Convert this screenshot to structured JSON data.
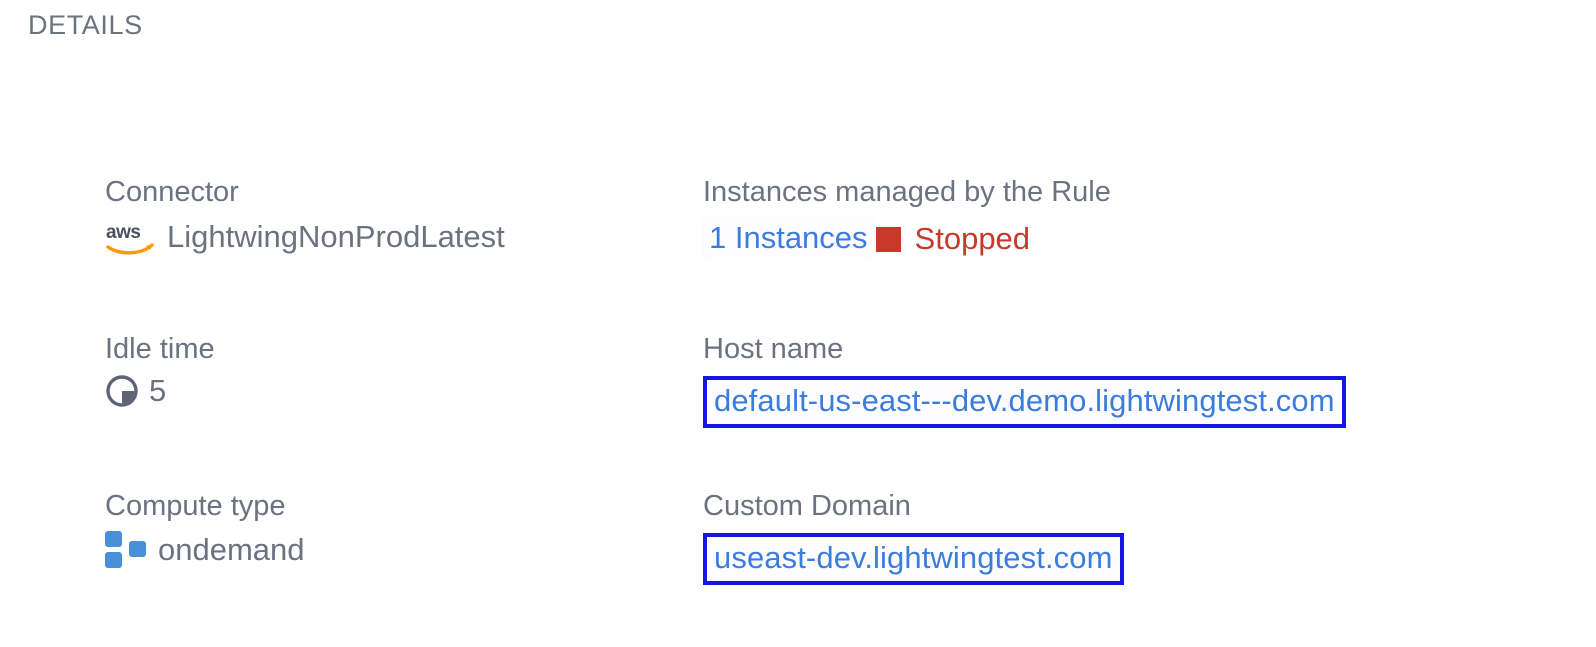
{
  "section": {
    "heading": "DETAILS"
  },
  "fields": {
    "connector": {
      "label": "Connector",
      "value": "LightwingNonProdLatest",
      "icon": "aws-logo-icon"
    },
    "instances": {
      "label": "Instances managed by the Rule",
      "count_label": "1 Instances",
      "status": "Stopped",
      "status_color": "#c8392a",
      "link_color": "#3b7ddd"
    },
    "idle_time": {
      "label": "Idle time",
      "value": "5",
      "icon": "clock-icon"
    },
    "host_name": {
      "label": "Host name",
      "value": "default-us-east---dev.demo.lightwingtest.com",
      "highlight_color": "#1515e8"
    },
    "compute_type": {
      "label": "Compute type",
      "value": "ondemand",
      "icon": "compute-blocks-icon"
    },
    "custom_domain": {
      "label": "Custom Domain",
      "value": "useast-dev.lightwingtest.com",
      "highlight_color": "#1515e8"
    }
  },
  "theme": {
    "background": "#ffffff",
    "label_color": "#6b7280",
    "value_color": "#6b7280",
    "link_color": "#3b7ddd",
    "accent_blue": "#4a90d9",
    "aws_orange": "#ff9900",
    "danger_red": "#c8392a",
    "highlight_border": "#1515e8"
  }
}
